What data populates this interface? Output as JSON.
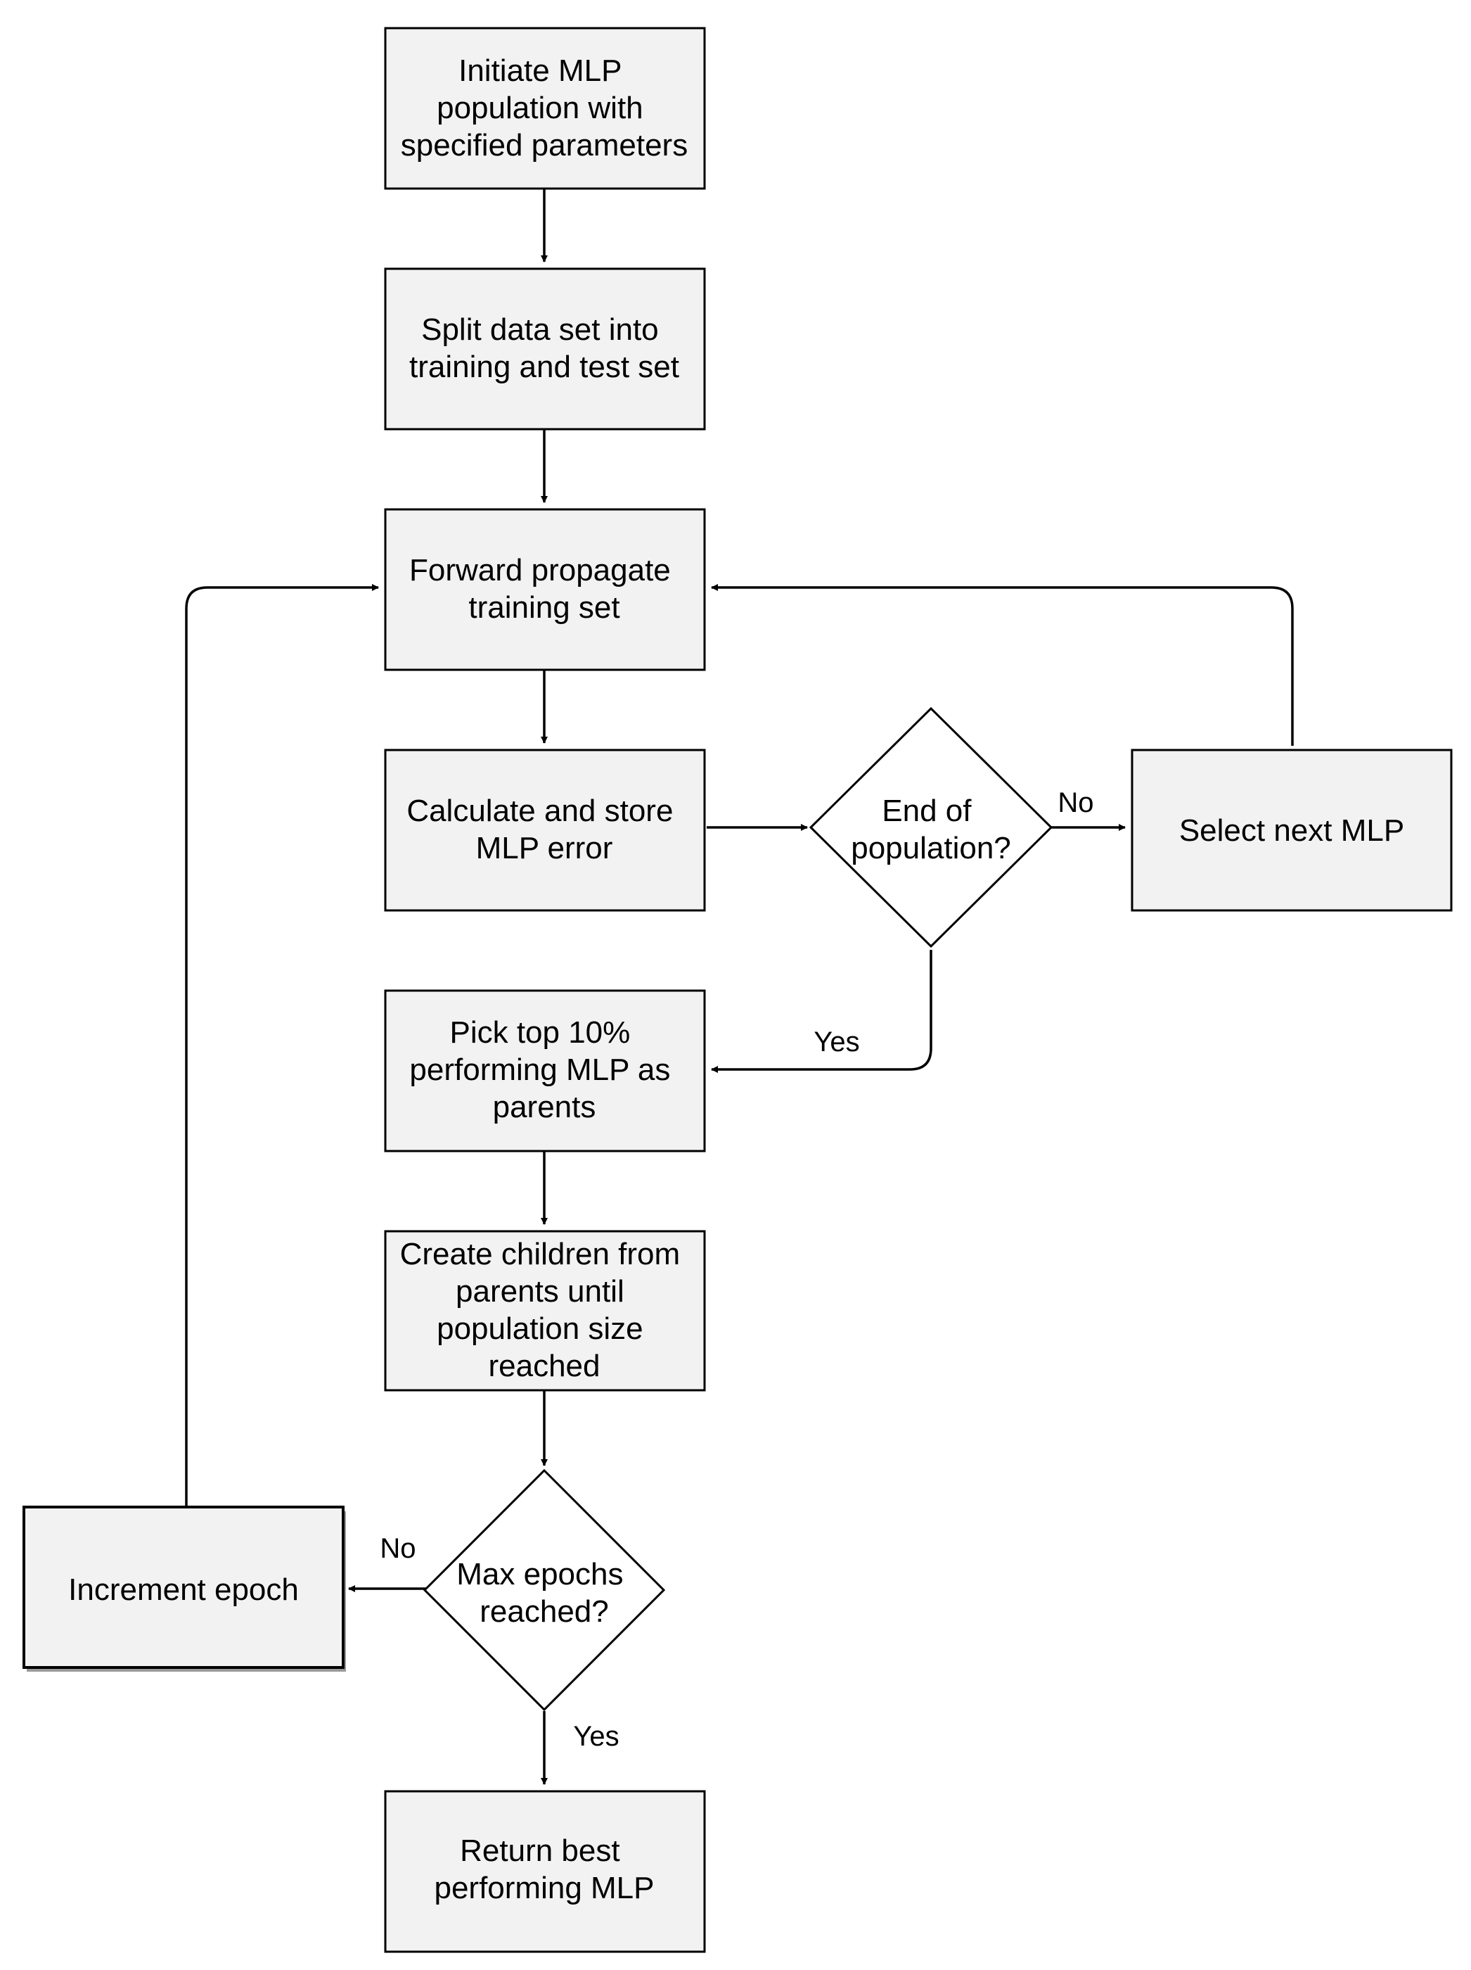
{
  "nodes": {
    "initiate": [
      "Initiate MLP",
      "population with",
      "specified parameters"
    ],
    "split": [
      "Split data set into",
      "training and test set"
    ],
    "forward": [
      "Forward propagate",
      "training set"
    ],
    "calculate": [
      "Calculate and store",
      "MLP error"
    ],
    "end_of_population": [
      "End of",
      "population?"
    ],
    "select_next": [
      "Select next MLP"
    ],
    "pick_top": [
      "Pick top 10%",
      "performing MLP as",
      "parents"
    ],
    "create_children": [
      "Create children from",
      "parents until",
      "population size",
      "reached"
    ],
    "max_epochs": [
      "Max epochs",
      "reached?"
    ],
    "increment_epoch": [
      "Increment epoch"
    ],
    "return_best": [
      "Return best",
      "performing MLP"
    ]
  },
  "edge_labels": {
    "end_no": "No",
    "end_yes": "Yes",
    "max_no": "No",
    "max_yes": "Yes"
  },
  "colors": {
    "box_fill": "#f2f2f2",
    "stroke": "#000000",
    "background": "#ffffff"
  }
}
